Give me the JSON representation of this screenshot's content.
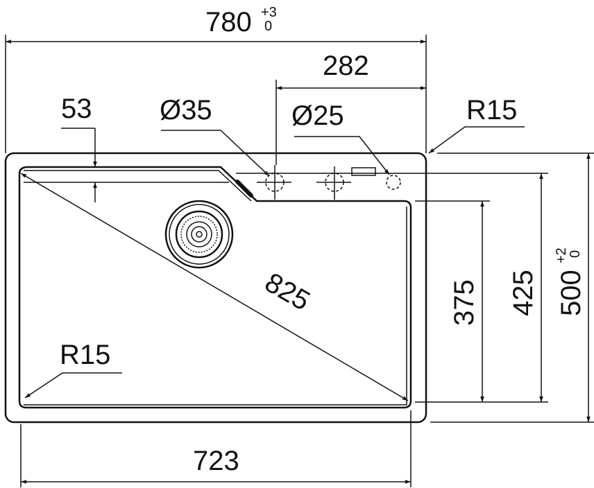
{
  "dimensions": {
    "overall_width": {
      "value": "780",
      "tol_upper": "+3",
      "tol_lower": "0"
    },
    "tap_offset": "282",
    "rim_width": "53",
    "tap_hole_diameter": "Ø35",
    "accessory_hole_diameter": "Ø25",
    "outer_corner_radius": "R15",
    "diagonal": "825",
    "inner_corner_radius": "R15",
    "bowl_width": "723",
    "bowl_depth_short": "375",
    "bowl_depth_long": "425",
    "overall_depth": {
      "value": "500",
      "tol_upper": "+2",
      "tol_lower": "0"
    }
  }
}
